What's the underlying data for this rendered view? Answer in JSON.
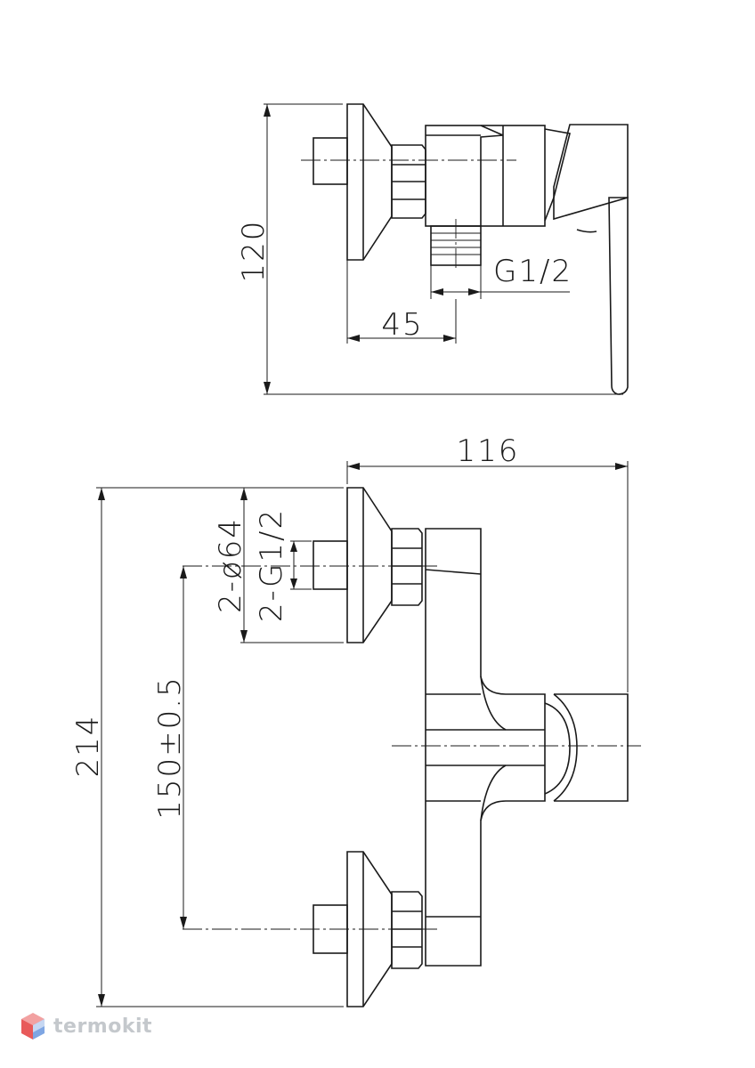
{
  "dimensions": {
    "side_height": "120",
    "side_depth": "45",
    "side_thread": "G1/2",
    "front_width": "116",
    "front_height": "214",
    "front_spacing": "150±0.5",
    "front_diameter": "2-ø64",
    "front_inlet": "2-G1/2"
  },
  "brand": {
    "name": "termokit",
    "logo_colors": [
      "#f2a1a1",
      "#e85a5a",
      "#c6d7f2",
      "#7fa6e3"
    ]
  }
}
